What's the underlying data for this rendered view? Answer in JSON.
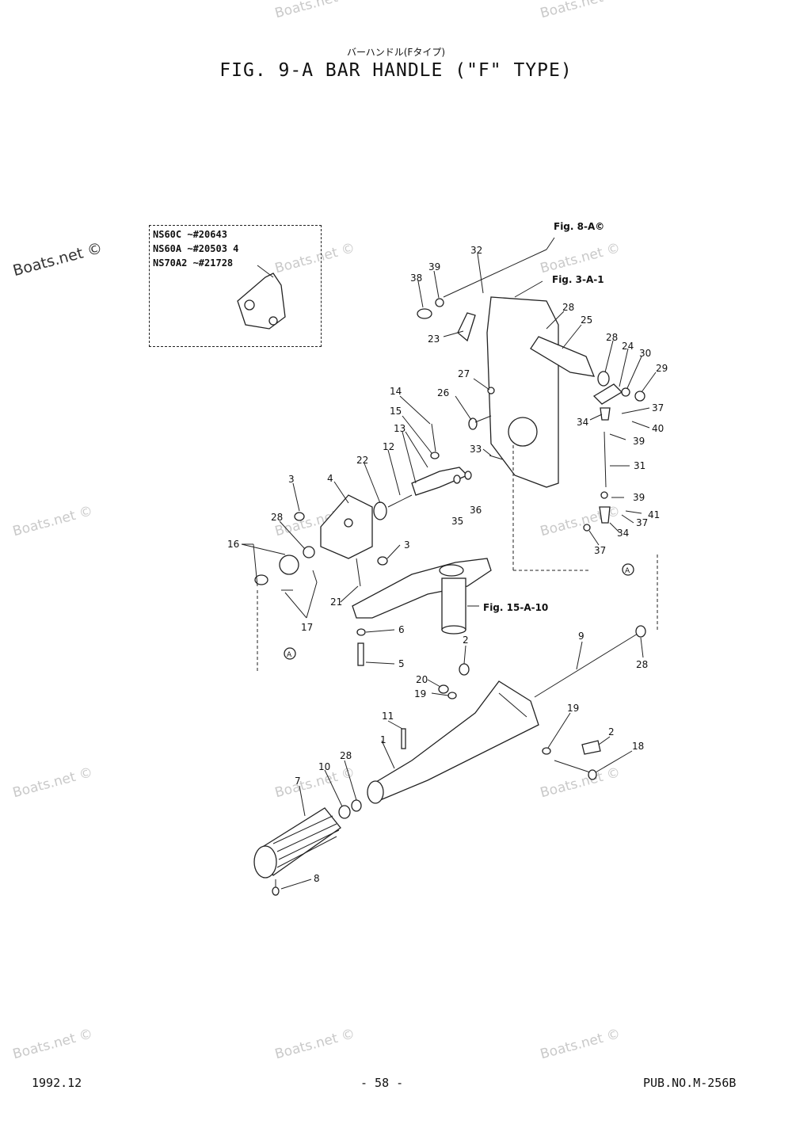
{
  "header": {
    "subtitle_jp": "バーハンドル(Fタイプ)",
    "title": "FIG.  9-A BAR HANDLE (\"F\" TYPE)"
  },
  "footer": {
    "date": "1992.12",
    "page": "- 58 -",
    "pub_no": "PUB.NO.M-256B"
  },
  "watermark": "Boats.net ©",
  "inset": {
    "lines": [
      "NS60C  ~#20643",
      "NS60A  ~#20503 4",
      "NS70A2 ~#21728"
    ]
  },
  "references": {
    "fig_8a": "Fig. 8-A©",
    "fig_3a1": "Fig. 3-A-1",
    "fig_15a10": "Fig. 15-A-10",
    "ref_a": "A"
  },
  "part_labels": [
    "1",
    "2",
    "2",
    "3",
    "3",
    "4",
    "5",
    "6",
    "7",
    "8",
    "9",
    "10",
    "11",
    "12",
    "13",
    "14",
    "15",
    "16",
    "17",
    "18",
    "19",
    "19",
    "20",
    "21",
    "22",
    "23",
    "24",
    "25",
    "26",
    "27",
    "28",
    "28",
    "28",
    "28",
    "28",
    "29",
    "30",
    "31",
    "32",
    "33",
    "34",
    "34",
    "35",
    "36",
    "37",
    "37",
    "37",
    "38",
    "39",
    "39",
    "39",
    "40",
    "41"
  ]
}
